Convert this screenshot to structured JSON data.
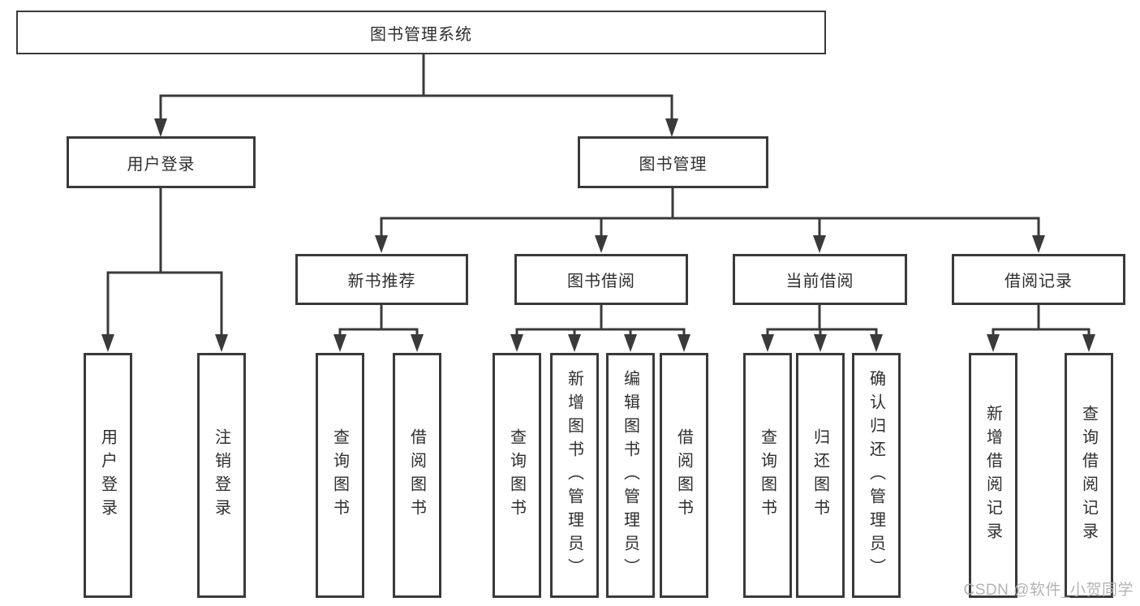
{
  "tree": {
    "root": "图书管理系统",
    "children": [
      {
        "label": "用户登录",
        "children": [
          {
            "label": "用户登录"
          },
          {
            "label": "注销登录"
          }
        ]
      },
      {
        "label": "图书管理",
        "children": [
          {
            "label": "新书推荐",
            "children": [
              {
                "label": "查询图书"
              },
              {
                "label": "借阅图书"
              }
            ]
          },
          {
            "label": "图书借阅",
            "children": [
              {
                "label": "查询图书"
              },
              {
                "label": "新增图书（管理员）"
              },
              {
                "label": "编辑图书（管理员）"
              },
              {
                "label": "借阅图书"
              }
            ]
          },
          {
            "label": "当前借阅",
            "children": [
              {
                "label": "查询图书"
              },
              {
                "label": "归还图书"
              },
              {
                "label": "确认归还（管理员）"
              }
            ]
          },
          {
            "label": "借阅记录",
            "children": [
              {
                "label": "新增借阅记录"
              },
              {
                "label": "查询借阅记录"
              }
            ]
          }
        ]
      }
    ]
  },
  "watermark": "CSDN @软件_小贺同学",
  "colors": {
    "line": "#3a3a3a",
    "box_border": "#3a3a3a",
    "text": "#2e2e2e",
    "watermark": "#b3b3b3",
    "background": "#ffffff"
  }
}
